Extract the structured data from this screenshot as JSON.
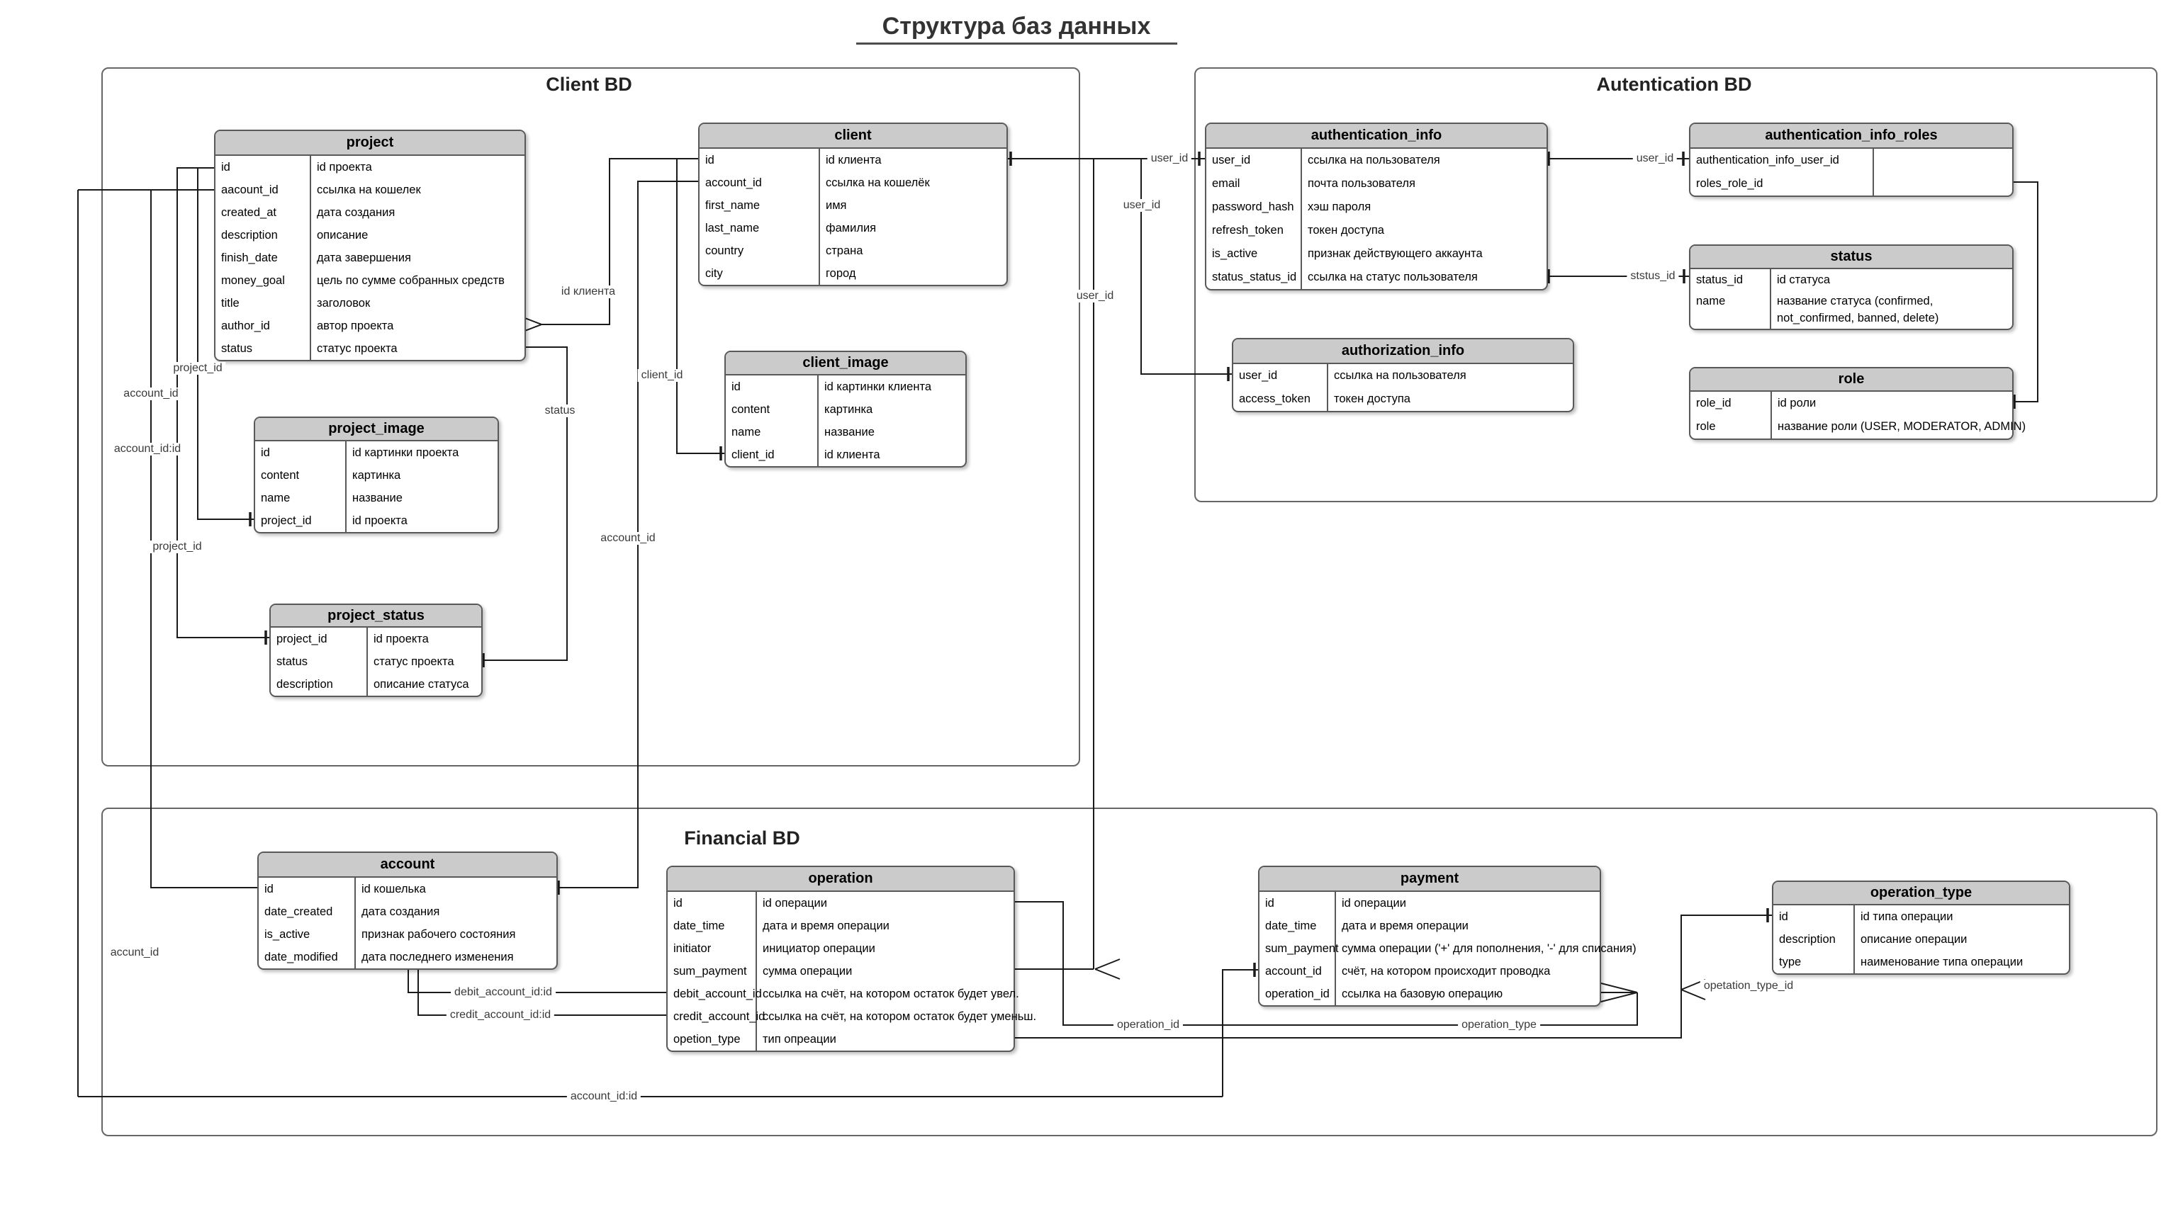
{
  "title": "Структура баз данных",
  "groups": [
    {
      "name": "Client BD"
    },
    {
      "name": "Autentication BD"
    },
    {
      "name": "Financial BD"
    }
  ],
  "tables": [
    {
      "name": "project",
      "rows": [
        [
          "id",
          "id проекта"
        ],
        [
          "aacount_id",
          "ссылка на кошелек"
        ],
        [
          "created_at",
          "дата создания"
        ],
        [
          "description",
          "описание"
        ],
        [
          "finish_date",
          "дата завершения"
        ],
        [
          "money_goal",
          "цель по сумме собранных средств"
        ],
        [
          "title",
          "заголовок"
        ],
        [
          "author_id",
          "автор проекта"
        ],
        [
          "status",
          "статус проекта"
        ]
      ]
    },
    {
      "name": "client",
      "rows": [
        [
          "id",
          "id клиента"
        ],
        [
          "account_id",
          "ссылка на кошелёк"
        ],
        [
          "first_name",
          "имя"
        ],
        [
          "last_name",
          "фамилия"
        ],
        [
          "country",
          "страна"
        ],
        [
          "city",
          "город"
        ]
      ]
    },
    {
      "name": "client_image",
      "rows": [
        [
          "id",
          "id картинки клиента"
        ],
        [
          "content",
          "картинка"
        ],
        [
          "name",
          "название"
        ],
        [
          "client_id",
          "id клиента"
        ]
      ]
    },
    {
      "name": "project_image",
      "rows": [
        [
          "id",
          "id картинки проекта"
        ],
        [
          "content",
          "картинка"
        ],
        [
          "name",
          "название"
        ],
        [
          "project_id",
          "id проекта"
        ]
      ]
    },
    {
      "name": "project_status",
      "rows": [
        [
          "project_id",
          "id проекта"
        ],
        [
          "status",
          "статус проекта"
        ],
        [
          "description",
          "описание статуса"
        ]
      ]
    },
    {
      "name": "authentication_info",
      "rows": [
        [
          "user_id",
          "ссылка на пользователя"
        ],
        [
          "email",
          "почта пользователя"
        ],
        [
          "password_hash",
          "хэш пароля"
        ],
        [
          "refresh_token",
          "токен доступа"
        ],
        [
          "is_active",
          "признак действующего аккаунта"
        ],
        [
          "status_status_id",
          "ссылка на статус пользователя"
        ]
      ]
    },
    {
      "name": "authentication_info_roles",
      "rows": [
        [
          "authentication_info_user_id",
          ""
        ],
        [
          "roles_role_id",
          ""
        ]
      ]
    },
    {
      "name": "status",
      "rows": [
        [
          "status_id",
          "id статуса"
        ],
        [
          "name",
          "название статуса (confirmed, not_confirmed, banned, delete)"
        ]
      ]
    },
    {
      "name": "role",
      "rows": [
        [
          "role_id",
          "id роли"
        ],
        [
          "role",
          "название роли (USER, MODERATOR, ADMIN)"
        ]
      ]
    },
    {
      "name": "authorization_info",
      "rows": [
        [
          "user_id",
          "ссылка на пользователя"
        ],
        [
          "access_token",
          "токен доступа"
        ]
      ]
    },
    {
      "name": "account",
      "rows": [
        [
          "id",
          "id кошелька"
        ],
        [
          "date_created",
          "дата создания"
        ],
        [
          "is_active",
          "признак рабочего состояния"
        ],
        [
          "date_modified",
          "дата последнего изменения"
        ]
      ]
    },
    {
      "name": "operation",
      "rows": [
        [
          "id",
          "id операции"
        ],
        [
          "date_time",
          "дата и время операции"
        ],
        [
          "initiator",
          "инициатор операции"
        ],
        [
          "sum_payment",
          "сумма операции"
        ],
        [
          "debit_account_id",
          "ссылка на счёт, на котором остаток будет увел."
        ],
        [
          "credit_account_id",
          "ссылка на счёт, на котором остаток будет уменьш."
        ],
        [
          "opetion_type",
          "тип опреации"
        ]
      ]
    },
    {
      "name": "payment",
      "rows": [
        [
          "id",
          "id операции"
        ],
        [
          "date_time",
          "дата и время операции"
        ],
        [
          "sum_payment",
          "сумма операции ('+' для пополнения, '-' для списания)"
        ],
        [
          "account_id",
          "счёт, на котором происходит проводка"
        ],
        [
          "operation_id",
          "ссылка на базовую операцию"
        ]
      ]
    },
    {
      "name": "operation_type",
      "rows": [
        [
          "id",
          "id типа операции"
        ],
        [
          "description",
          "описание операции"
        ],
        [
          "type",
          "наименование типа операции"
        ]
      ]
    }
  ],
  "connector_labels": [
    "project_id",
    "account_id",
    "account_id:id",
    "project_id",
    "accunt_id",
    "id клиента",
    "client_id",
    "status",
    "account_id",
    "user_id",
    "user_id",
    "user_id",
    "user_id",
    "ststus_id",
    "debit_account_id:id",
    "credit_account_id:id",
    "operation_id",
    "operation_type",
    "opetation_type_id",
    "account_id:id"
  ],
  "colors": {
    "table_header_bg": "#cbcbcb",
    "table_border": "#595959",
    "line": "#1a1a1a"
  }
}
